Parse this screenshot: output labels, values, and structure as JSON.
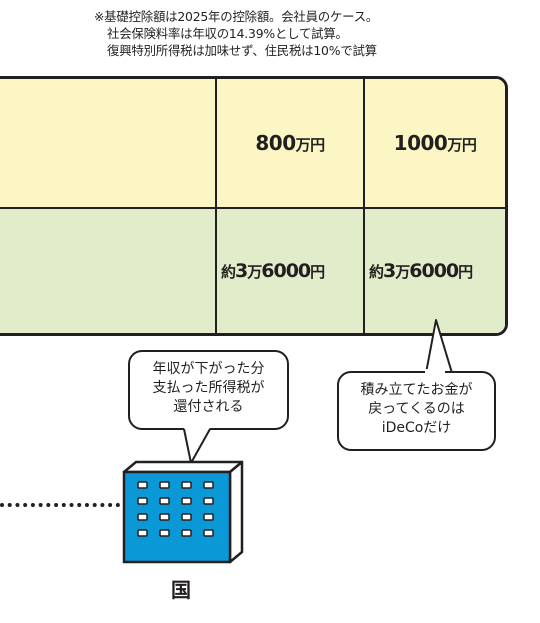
{
  "colors": {
    "row_top_bg": "#fbf6c4",
    "row_bottom_bg": "#e1ecca",
    "building_blue": "#0b98d6",
    "outline": "#231f20"
  },
  "notes": [
    "※基礎控除額は2025年の控除額。会社員のケース。",
    "社会保険料率は年収の14.39%として試算。",
    "復興特別所得税は加味せず、住民税は10%で試算"
  ],
  "table": {
    "income_row": [
      {
        "num": "800",
        "unit": "万円"
      },
      {
        "num": "1000",
        "unit": "万円"
      }
    ],
    "refund_row": [
      {
        "prefix": "約",
        "n1": "3",
        "mid": "万",
        "n2": "6000",
        "suffix": "円"
      },
      {
        "prefix": "約",
        "n1": "3",
        "mid": "万",
        "n2": "6000",
        "suffix": "円"
      }
    ]
  },
  "bubbles": {
    "government": [
      "年収が下がった分",
      "支払った所得税が",
      "還付される"
    ],
    "ideco": [
      "積み立てたお金が",
      "戻ってくるのは",
      "iDeCoだけ"
    ]
  },
  "government_label": "国",
  "icons": {
    "building": "government-building-icon"
  }
}
